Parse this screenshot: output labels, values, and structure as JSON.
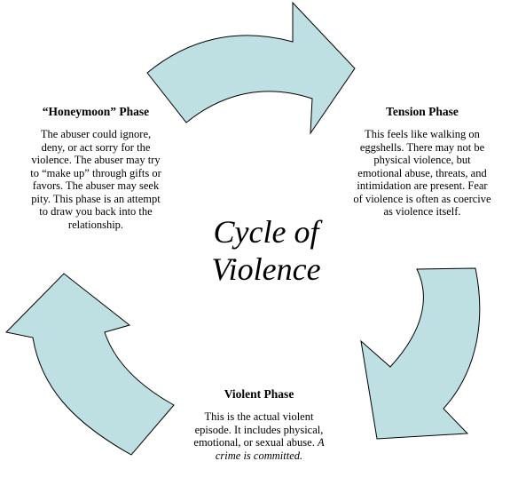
{
  "colors": {
    "arrow_fill": "#bfe0e3",
    "arrow_stroke": "#000000"
  },
  "center_title": {
    "line1": "Cycle of",
    "line2": "Violence"
  },
  "phases": {
    "honeymoon": {
      "title": "“Honeymoon” Phase",
      "body": "The abuser could ignore, deny, or act sorry for the violence. The abuser may try to “make up” through gifts or favors. The abuser may seek pity. This phase is an attempt to draw you back into the relationship."
    },
    "tension": {
      "title": "Tension Phase",
      "body": "This feels like walking on eggshells. There may not be physical violence, but emotional abuse, threats, and intimidation are present. Fear of violence is often as coercive as violence itself."
    },
    "violent": {
      "title": "Violent Phase",
      "body": "This is the actual violent episode. It includes physical, emotional, or sexual abuse.",
      "body_italic": "A crime is committed."
    }
  },
  "arrows": [
    {
      "name": "honeymoon-to-tension",
      "icon": "curved-arrow-right"
    },
    {
      "name": "tension-to-violent",
      "icon": "curved-arrow-down"
    },
    {
      "name": "violent-to-honeymoon",
      "icon": "curved-arrow-up"
    }
  ]
}
